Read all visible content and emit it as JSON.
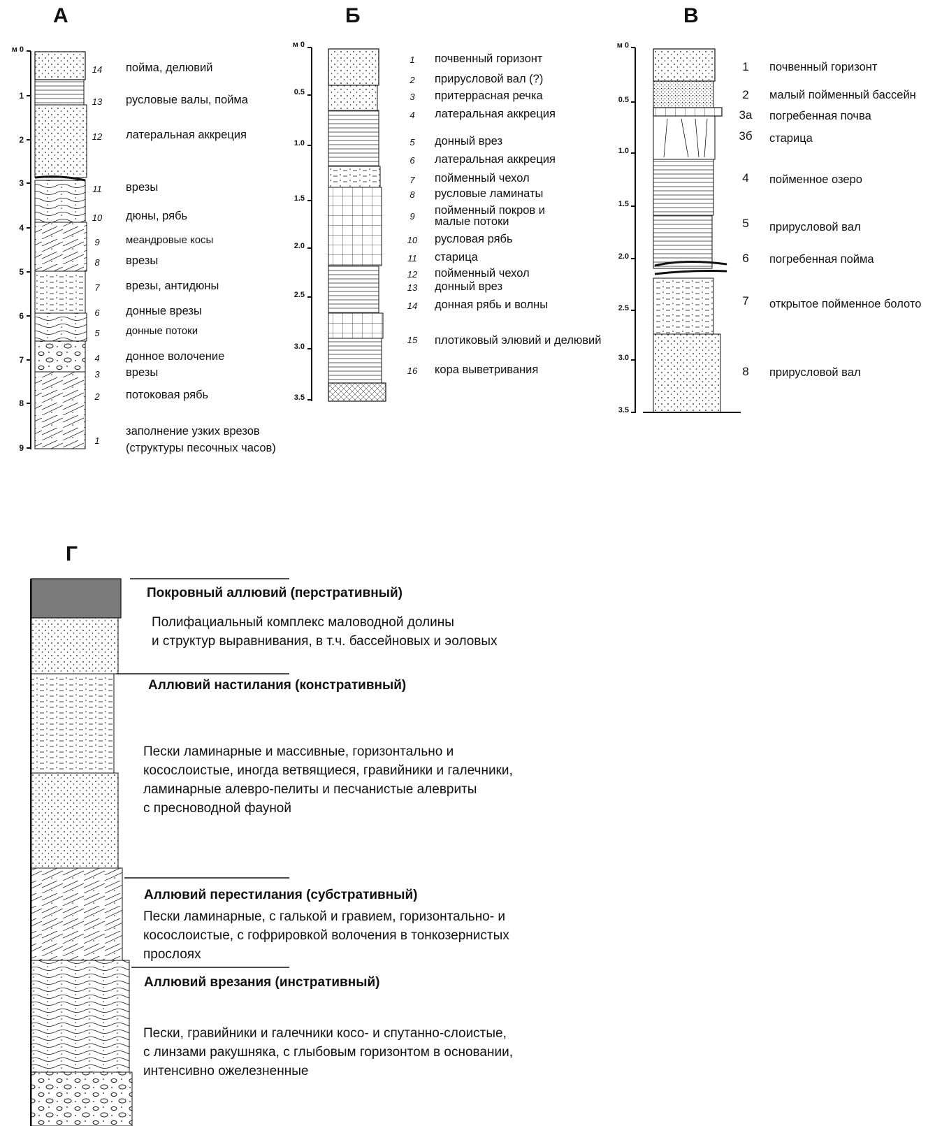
{
  "panels": {
    "A": {
      "letter": "А",
      "axis": [
        "м 0",
        "1",
        "2",
        "3",
        "4",
        "5",
        "6",
        "7",
        "8",
        "9"
      ],
      "layers": [
        {
          "num": "14",
          "label": "пойма, делювий"
        },
        {
          "num": "13",
          "label": "русловые валы, пойма"
        },
        {
          "num": "12",
          "label": "латеральная аккреция"
        },
        {
          "num": "11",
          "label": "врезы"
        },
        {
          "num": "10",
          "label": "дюны, рябь"
        },
        {
          "num": "9",
          "label": "меандровые косы"
        },
        {
          "num": "8",
          "label": "врезы"
        },
        {
          "num": "7",
          "label": "врезы, антидюны"
        },
        {
          "num": "6",
          "label": "донные врезы"
        },
        {
          "num": "5",
          "label": "донные  потоки"
        },
        {
          "num": "4",
          "label": "донное волочение"
        },
        {
          "num": "3",
          "label": "врезы"
        },
        {
          "num": "2",
          "label": "потоковая рябь"
        },
        {
          "num": "1",
          "label": "заполнение узких врезов",
          "label2": "(структуры песочных часов)"
        }
      ]
    },
    "B": {
      "letter": "Б",
      "axis": [
        "м 0",
        "0.5",
        "1.0",
        "1.5",
        "2.0",
        "2.5",
        "3.0",
        "3.5"
      ],
      "layers": [
        {
          "num": "1",
          "label": "почвенный горизонт"
        },
        {
          "num": "2",
          "label": "прирусловой вал (?)"
        },
        {
          "num": "3",
          "label": "притеррасная речка"
        },
        {
          "num": "4",
          "label": "латеральная аккреция"
        },
        {
          "num": "5",
          "label": "донный врез"
        },
        {
          "num": "6",
          "label": "латеральная аккреция"
        },
        {
          "num": "7",
          "label": "пойменный чехол"
        },
        {
          "num": "8",
          "label": "русловые ламинаты"
        },
        {
          "num": "9",
          "label": "пойменный покров и",
          "label2": "малые потоки"
        },
        {
          "num": "10",
          "label": "русловая рябь"
        },
        {
          "num": "11",
          "label": "старица"
        },
        {
          "num": "12",
          "label": "пойменный чехол"
        },
        {
          "num": "13",
          "label": "донный врез"
        },
        {
          "num": "14",
          "label": "донная рябь и волны"
        },
        {
          "num": "15",
          "label": "плотиковый элювий и делювий"
        },
        {
          "num": "16",
          "label": "кора выветривания"
        }
      ]
    },
    "C": {
      "letter": "В",
      "axis": [
        "м 0",
        "0.5",
        "1.0",
        "1.5",
        "2.0",
        "2.5",
        "3.0",
        "3.5"
      ],
      "layers": [
        {
          "num": "1",
          "label": "почвенный горизонт"
        },
        {
          "num": "2",
          "label": "малый пойменный бассейн"
        },
        {
          "num": "3а",
          "label": "погребенная почва"
        },
        {
          "num": "3б",
          "label": "старица"
        },
        {
          "num": "4",
          "label": "пойменное озеро"
        },
        {
          "num": "5",
          "label": "прирусловой вал"
        },
        {
          "num": "6",
          "label": "погребенная пойма"
        },
        {
          "num": "7",
          "label": "открытое пойменное болото"
        },
        {
          "num": "8",
          "label": "прирусловой вал"
        }
      ]
    },
    "D": {
      "letter": "Г",
      "blocks": [
        {
          "title": "Покровный аллювий (перстративный)",
          "lines": [
            "Полифациальный комплекс маловодной долины",
            "и структур выравнивания, в т.ч. бассейновых и эоловых"
          ]
        },
        {
          "title": "Аллювий  настилания (констративный)",
          "lines": [
            "Пески ламинарные и массивные, горизонтально и",
            "косослоистые, иногда ветвящиеся, гравийники и галечники,",
            "ламинарные алевро-пелиты и песчанистые алевриты",
            "с пресноводной фауной"
          ]
        },
        {
          "title": "Аллювий перестилания (субстративный)",
          "lines": [
            "Пески ламинарные, с галькой и гравием, горизонтально- и",
            "косослоистые, с гофрировкой волочения в тонкозернистых",
            "прослоях"
          ]
        },
        {
          "title": "Аллювий врезания (инстративный)",
          "lines": [
            "Пески, гравийники и галечники косо- и спутанно-слоистые,",
            "с линзами ракушняка, с глыбовым горизонтом в основании,",
            "интенсивно ожелезненные"
          ]
        }
      ]
    },
    "colors": {
      "ink": "#111111",
      "soil": "#7a7a7a",
      "bedrock": "#cfcfcf"
    }
  }
}
